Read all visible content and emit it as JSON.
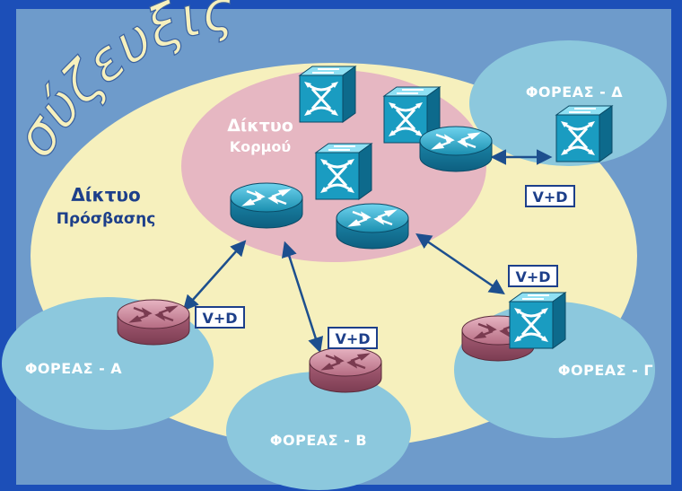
{
  "title": "σύζευξις",
  "core_network": {
    "line1": "Δίκτυο",
    "line2": "Κορμού"
  },
  "access_network": {
    "line1": "Δίκτυο",
    "line2": "Πρόσβασης"
  },
  "operators": {
    "a": "ΦΟΡΕΑΣ - Α",
    "b": "ΦΟΡΕΑΣ - Β",
    "c": "ΦΟΡΕΑΣ - Γ",
    "d": "ΦΟΡΕΑΣ - Δ"
  },
  "link_labels": {
    "a": "V+D",
    "b": "V+D",
    "c": "V+D",
    "d": "V+D"
  },
  "colors": {
    "background_frame": "#1c4fb8",
    "panel": "#6e9bcb",
    "access_area": "#f6f0bd",
    "core_area": "#e6b7c2",
    "operator_area": "#8cc8dd",
    "core_device": "#1a8fb0",
    "operator_router": "#c07f92"
  },
  "icons": {
    "switch": "atm-switch-icon",
    "router": "router-icon"
  }
}
